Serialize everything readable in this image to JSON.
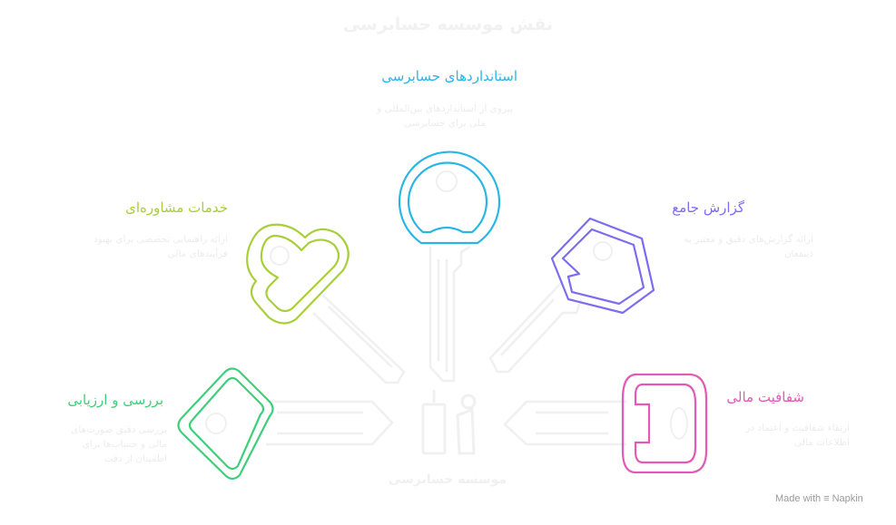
{
  "title": "نقش موسسه حسابرسی",
  "center": {
    "label": "موسسه حسابرسی"
  },
  "nodes": [
    {
      "id": "standards",
      "label": "استانداردهای حسابرسی",
      "description": "پیروی از استانداردهای بین‌المللی و ملی برای حسابرسی",
      "color": "#29b6e6"
    },
    {
      "id": "reporting",
      "label": "گزارش جامع",
      "description": "ارائه گزارش‌های دقیق و معتبر به ذینفعان",
      "color": "#7b6cf0"
    },
    {
      "id": "transparency",
      "label": "شفافیت مالی",
      "description": "ارتقاء شفافیت و اعتماد در اطلاعات مالی",
      "color": "#e25ab6"
    },
    {
      "id": "review",
      "label": "بررسی و ارزیابی",
      "description": "بررسی دقیق صورت‌های مالی و حساب‌ها برای اطمینان از دقت",
      "color": "#3ecf7a"
    },
    {
      "id": "advisory",
      "label": "خدمات مشاوره‌ای",
      "description": "ارائه راهنمایی تخصصی برای بهبود فرآیندهای مالی",
      "color": "#a8cf3a"
    }
  ],
  "footer": {
    "made_with": "Made with",
    "brand": "Napkin"
  }
}
